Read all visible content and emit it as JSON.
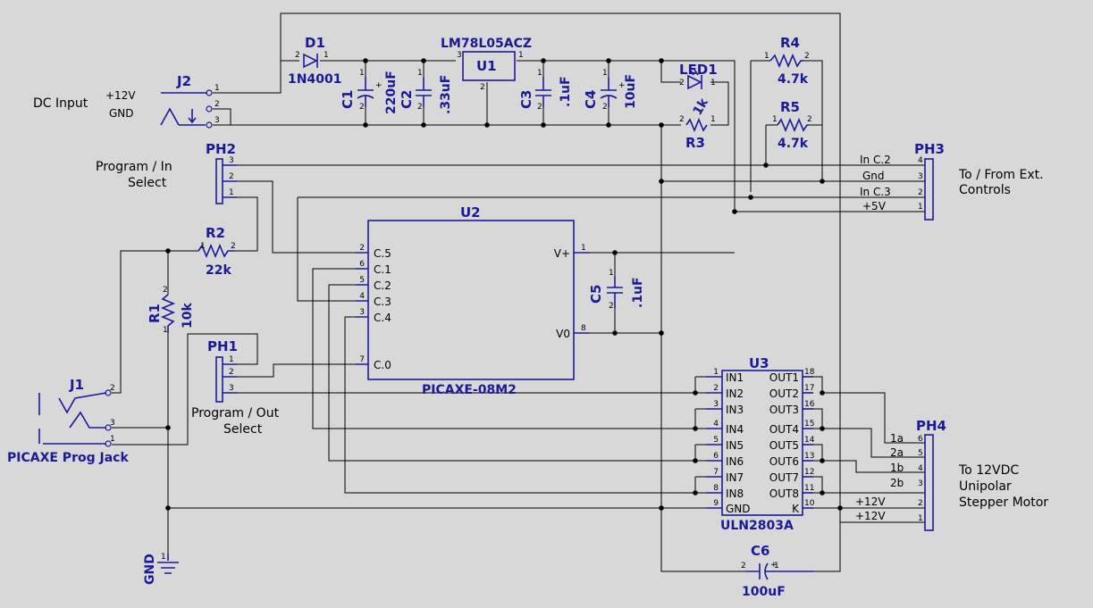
{
  "components": {
    "D1": {
      "ref": "D1",
      "value": "1N4001"
    },
    "U1": {
      "ref": "U1",
      "value": "LM78L05ACZ"
    },
    "C1": {
      "ref": "C1",
      "value": "220uF"
    },
    "C2": {
      "ref": "C2",
      "value": ".33uF"
    },
    "C3": {
      "ref": "C3",
      "value": ".1uF"
    },
    "C4": {
      "ref": "C4",
      "value": "10uF"
    },
    "C5": {
      "ref": "C5",
      "value": ".1uF"
    },
    "C6": {
      "ref": "C6",
      "value": "100uF"
    },
    "LED1": {
      "ref": "LED1"
    },
    "R1": {
      "ref": "R1",
      "value": "10k"
    },
    "R2": {
      "ref": "R2",
      "value": "22k"
    },
    "R3": {
      "ref": "R3",
      "value": "1k"
    },
    "R4": {
      "ref": "R4",
      "value": "4.7k"
    },
    "R5": {
      "ref": "R5",
      "value": "4.7k"
    },
    "J1": {
      "ref": "J1"
    },
    "J2": {
      "ref": "J2"
    },
    "PH1": {
      "ref": "PH1"
    },
    "PH2": {
      "ref": "PH2"
    },
    "PH3": {
      "ref": "PH3"
    },
    "PH4": {
      "ref": "PH4"
    },
    "U2": {
      "ref": "U2",
      "value": "PICAXE-08M2",
      "left_pins": [
        [
          "2",
          "C.5"
        ],
        [
          "6",
          "C.1"
        ],
        [
          "5",
          "C.2"
        ],
        [
          "4",
          "C.3"
        ],
        [
          "3",
          "C.4"
        ],
        [
          "7",
          "C.0"
        ]
      ],
      "right_pins": [
        [
          "1",
          "V+"
        ],
        [
          "8",
          "V0"
        ]
      ]
    },
    "U3": {
      "ref": "U3",
      "value": "ULN2803A",
      "left_pins": [
        [
          "1",
          "IN1"
        ],
        [
          "2",
          "IN2"
        ],
        [
          "3",
          "IN3"
        ],
        [
          "4",
          "IN4"
        ],
        [
          "5",
          "IN5"
        ],
        [
          "6",
          "IN6"
        ],
        [
          "7",
          "IN7"
        ],
        [
          "8",
          "IN8"
        ],
        [
          "9",
          "GND"
        ]
      ],
      "right_pins": [
        [
          "18",
          "OUT1"
        ],
        [
          "17",
          "OUT2"
        ],
        [
          "16",
          "OUT3"
        ],
        [
          "15",
          "OUT4"
        ],
        [
          "14",
          "OUT5"
        ],
        [
          "13",
          "OUT6"
        ],
        [
          "12",
          "OUT7"
        ],
        [
          "11",
          "OUT8"
        ],
        [
          "10",
          "K"
        ]
      ]
    }
  },
  "labels": {
    "dc_input": "DC Input",
    "v12": "+12V",
    "gnd": "GND",
    "gnd_text": "GND",
    "program_in": "Program / In",
    "select": "Select",
    "program_out": "Program / Out",
    "prog_jack": "PICAXE Prog Jack",
    "ext_controls_1": "To / From Ext.",
    "ext_controls_2": "Controls",
    "motor_1": "To 12VDC",
    "motor_2": "Unipolar",
    "motor_3": "Stepper Motor"
  },
  "ph3_signals": [
    "In C.2",
    "Gnd",
    "In C.3",
    "+5V"
  ],
  "ph4_signals": [
    "1a",
    "2a",
    "1b",
    "2b",
    "+12V",
    "+12V"
  ]
}
